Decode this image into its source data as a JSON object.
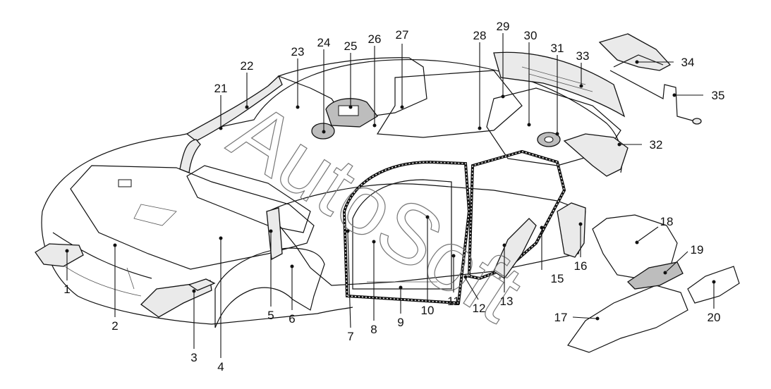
{
  "diagram": {
    "watermark": "AutoSoft",
    "callouts": [
      "1",
      "2",
      "3",
      "4",
      "5",
      "6",
      "7",
      "8",
      "9",
      "10",
      "11",
      "12",
      "13",
      "15",
      "16",
      "17",
      "18",
      "19",
      "20",
      "21",
      "22",
      "23",
      "24",
      "25",
      "26",
      "27",
      "28",
      "29",
      "30",
      "31",
      "32",
      "33",
      "34",
      "35"
    ]
  }
}
